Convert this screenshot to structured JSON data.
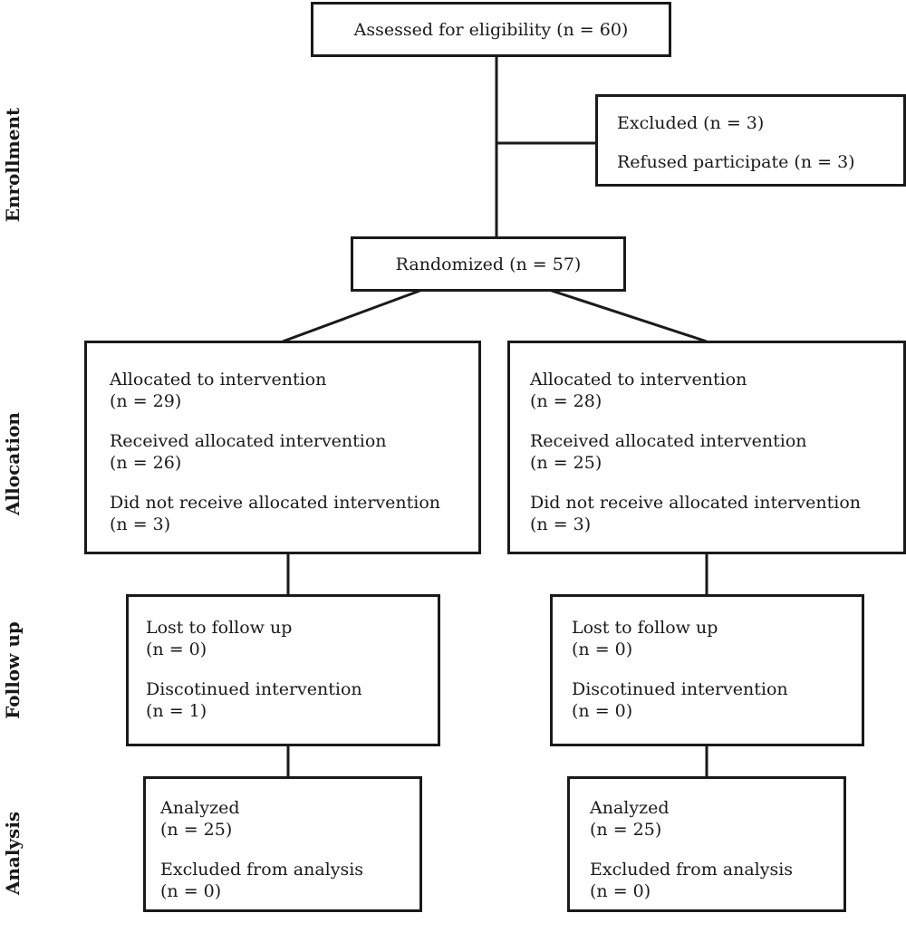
{
  "phases": {
    "enrollment": "Enrollment",
    "allocation": "Allocation",
    "follow_up": "Follow up",
    "analysis": "Analysis"
  },
  "enrollment": {
    "assessed": "Assessed for eligibility (n = 60)",
    "excluded": "Excluded (n = 3)",
    "refused": "Refused participate (n = 3)",
    "randomized": "Randomized (n = 57)"
  },
  "arms": [
    {
      "allocation": {
        "allocated": "Allocated to intervention",
        "allocated_n": "(n = 29)",
        "received": "Received allocated intervention",
        "received_n": "(n = 26)",
        "not_received": "Did not receive allocated intervention",
        "not_received_n": "(n = 3)"
      },
      "follow_up": {
        "lost": "Lost to follow up",
        "lost_n": "(n = 0)",
        "discontinued": "Discotinued intervention",
        "discontinued_n": "(n = 1)"
      },
      "analysis": {
        "analyzed": "Analyzed",
        "analyzed_n": "(n = 25)",
        "excluded": "Excluded from analysis",
        "excluded_n": "(n = 0)"
      }
    },
    {
      "allocation": {
        "allocated": "Allocated to intervention",
        "allocated_n": "(n = 28)",
        "received": "Received allocated intervention",
        "received_n": "(n = 25)",
        "not_received": "Did not receive allocated intervention",
        "not_received_n": "(n = 3)"
      },
      "follow_up": {
        "lost": "Lost to follow up",
        "lost_n": "(n = 0)",
        "discontinued": "Discotinued intervention",
        "discontinued_n": "(n = 0)"
      },
      "analysis": {
        "analyzed": "Analyzed",
        "analyzed_n": "(n = 25)",
        "excluded": "Excluded from analysis",
        "excluded_n": "(n = 0)"
      }
    }
  ]
}
